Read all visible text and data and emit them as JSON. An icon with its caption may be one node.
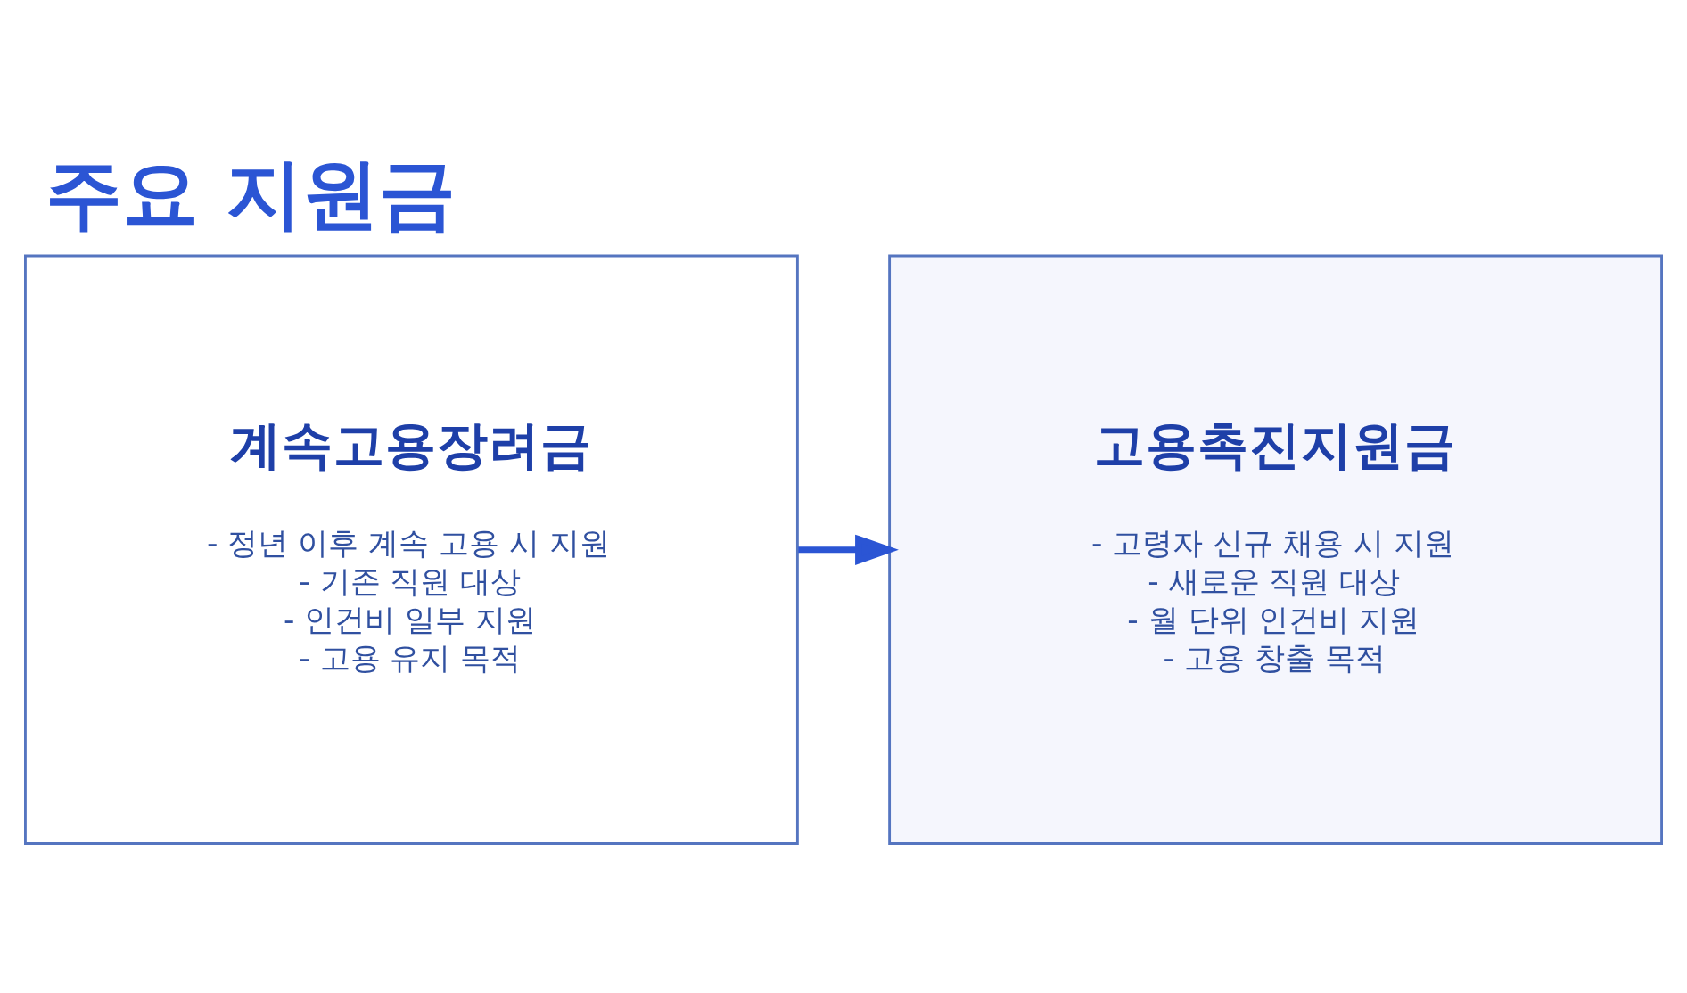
{
  "diagram": {
    "title": "주요 지원금",
    "nodes": [
      {
        "text": [
          "계속고용장려금",
          "- 정년 이후 계속 고용 시 지원",
          "- 기존 직원 대상",
          "- 인건비 일부 지원",
          "- 고용 유지 목적"
        ]
      },
      {
        "text": [
          "고용촉진지원금",
          "- 고령자 신규 채용 시 지원",
          "- 새로운 직원 대상",
          "- 월 단위 인건비 지원",
          "- 고용 창출 목적"
        ]
      }
    ],
    "edges": [
      {
        "from": 0,
        "to": 1,
        "arrow": "to"
      }
    ]
  }
}
